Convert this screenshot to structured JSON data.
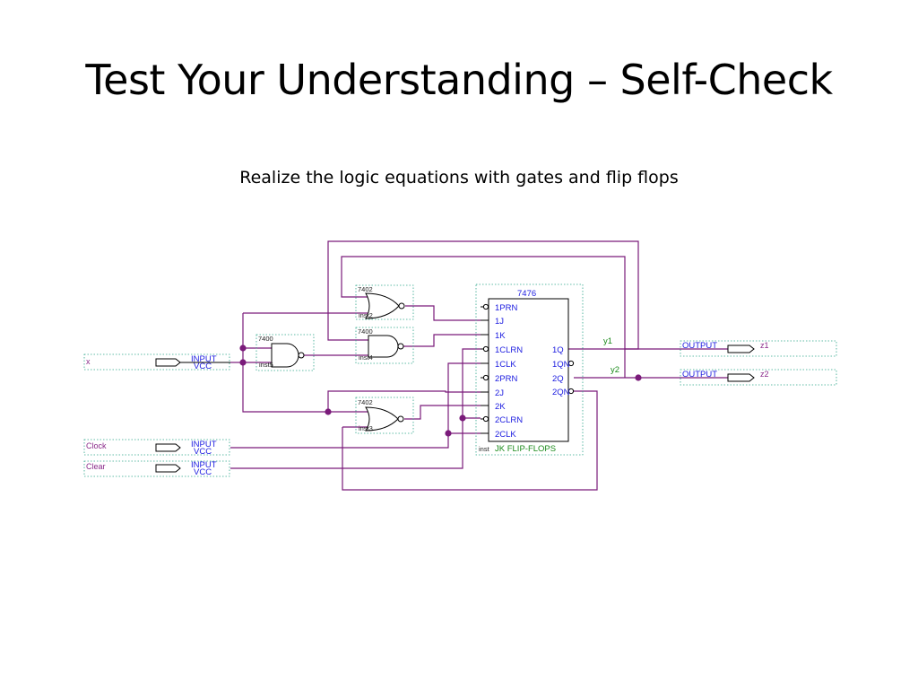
{
  "slide": {
    "title": "Test Your Understanding – Self-Check",
    "subtitle": "Realize the logic equations with gates and flip flops"
  },
  "schematic": {
    "inputs": [
      {
        "name": "x",
        "type": "INPUT",
        "supply": "VCC"
      },
      {
        "name": "Clock",
        "type": "INPUT",
        "supply": "VCC"
      },
      {
        "name": "Clear",
        "type": "INPUT",
        "supply": "VCC"
      }
    ],
    "outputs": [
      {
        "name": "z1",
        "type": "OUTPUT"
      },
      {
        "name": "z2",
        "type": "OUTPUT"
      }
    ],
    "gates": [
      {
        "part": "7402",
        "inst": "inst2"
      },
      {
        "part": "7400",
        "inst": "inst4"
      },
      {
        "part": "7400",
        "inst": "inst5"
      },
      {
        "part": "7402",
        "inst": "inst3"
      }
    ],
    "flipflop": {
      "part": "7476",
      "inst": "inst",
      "description": "JK FLIP-FLOPS",
      "left_pins": [
        "1PRN",
        "1J",
        "1K",
        "1CLRN",
        "1CLK",
        "2PRN",
        "2J",
        "2K",
        "2CLRN",
        "2CLK"
      ],
      "right_pins": [
        "1Q",
        "1QN",
        "2Q",
        "2QN"
      ]
    },
    "nets": {
      "y1": "y1",
      "y2": "y2"
    }
  }
}
